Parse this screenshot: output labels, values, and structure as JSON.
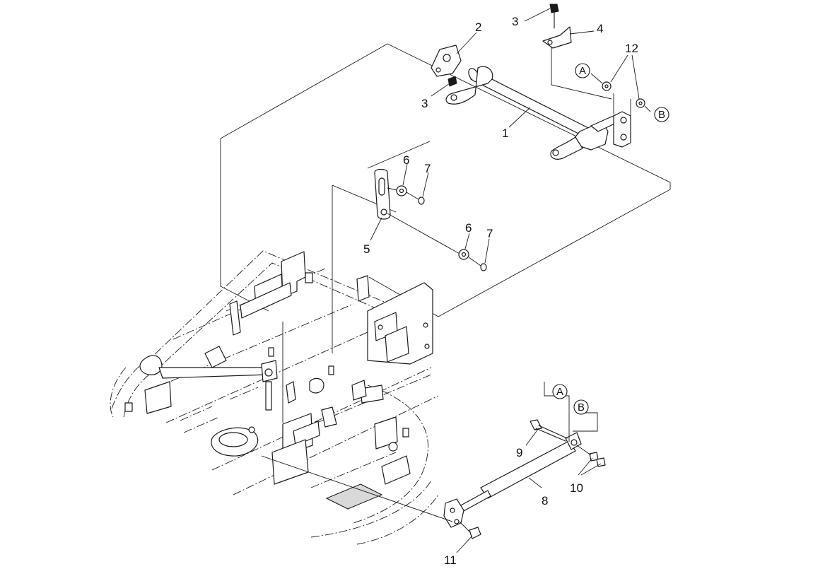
{
  "callouts": [
    {
      "id": "c1",
      "text": "1"
    },
    {
      "id": "c2",
      "text": "2"
    },
    {
      "id": "c3a",
      "text": "3"
    },
    {
      "id": "c3b",
      "text": "3"
    },
    {
      "id": "c4",
      "text": "4"
    },
    {
      "id": "c5",
      "text": "5"
    },
    {
      "id": "c6a",
      "text": "6"
    },
    {
      "id": "c6b",
      "text": "6"
    },
    {
      "id": "c7a",
      "text": "7"
    },
    {
      "id": "c7b",
      "text": "7"
    },
    {
      "id": "c8",
      "text": "8"
    },
    {
      "id": "c9",
      "text": "9"
    },
    {
      "id": "c10",
      "text": "10"
    },
    {
      "id": "c11",
      "text": "11"
    },
    {
      "id": "c12",
      "text": "12"
    }
  ],
  "refs": [
    {
      "id": "rA1",
      "text": "A"
    },
    {
      "id": "rB1",
      "text": "B"
    },
    {
      "id": "rA2",
      "text": "A"
    },
    {
      "id": "rB2",
      "text": "B"
    }
  ]
}
